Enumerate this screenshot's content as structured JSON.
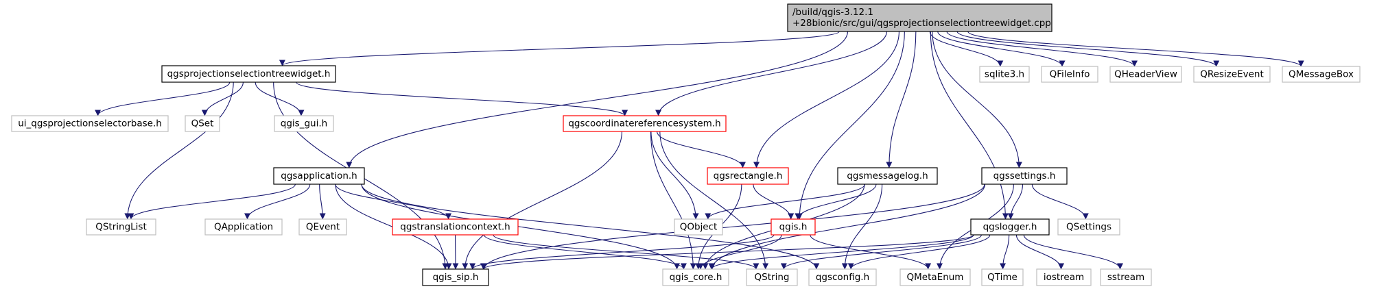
{
  "colors": {
    "edge": "#191970",
    "root_fill": "#bfbfbf",
    "root_border": "#000000",
    "normal_border": "#000000",
    "external_border": "#bfbfbf",
    "incomplete_border": "#ff0000",
    "external_text": "#000000"
  },
  "nodes": [
    {
      "id": "root",
      "lines": [
        "/build/qgis-3.12.1",
        "+28bionic/src/gui/qgsprojectionselectiontreewidget.cpp"
      ],
      "kind": "root"
    },
    {
      "id": "treewidget_h",
      "lines": [
        "qgsprojectionselectiontreewidget.h"
      ],
      "kind": "normal"
    },
    {
      "id": "sqlite3_h",
      "lines": [
        "sqlite3.h"
      ],
      "kind": "external"
    },
    {
      "id": "qfileinfo",
      "lines": [
        "QFileInfo"
      ],
      "kind": "external"
    },
    {
      "id": "qheaderview",
      "lines": [
        "QHeaderView"
      ],
      "kind": "external"
    },
    {
      "id": "qresizeevent",
      "lines": [
        "QResizeEvent"
      ],
      "kind": "external"
    },
    {
      "id": "qmessagebox",
      "lines": [
        "QMessageBox"
      ],
      "kind": "external"
    },
    {
      "id": "ui_base",
      "lines": [
        "ui_qgsprojectionselectorbase.h"
      ],
      "kind": "external"
    },
    {
      "id": "qset",
      "lines": [
        "QSet"
      ],
      "kind": "external"
    },
    {
      "id": "qgis_gui",
      "lines": [
        "qgis_gui.h"
      ],
      "kind": "external"
    },
    {
      "id": "crs_h",
      "lines": [
        "qgscoordinatereferencesystem.h"
      ],
      "kind": "incomplete"
    },
    {
      "id": "app_h",
      "lines": [
        "qgsapplication.h"
      ],
      "kind": "normal"
    },
    {
      "id": "rect_h",
      "lines": [
        "qgsrectangle.h"
      ],
      "kind": "incomplete"
    },
    {
      "id": "msglog_h",
      "lines": [
        "qgsmessagelog.h"
      ],
      "kind": "normal"
    },
    {
      "id": "settings_h",
      "lines": [
        "qgssettings.h"
      ],
      "kind": "normal"
    },
    {
      "id": "qstringlist",
      "lines": [
        "QStringList"
      ],
      "kind": "external"
    },
    {
      "id": "qapplication",
      "lines": [
        "QApplication"
      ],
      "kind": "external"
    },
    {
      "id": "qevent",
      "lines": [
        "QEvent"
      ],
      "kind": "external"
    },
    {
      "id": "transctx_h",
      "lines": [
        "qgstranslationcontext.h"
      ],
      "kind": "incomplete"
    },
    {
      "id": "qobject",
      "lines": [
        "QObject"
      ],
      "kind": "external"
    },
    {
      "id": "qgis_h",
      "lines": [
        "qgis.h"
      ],
      "kind": "incomplete"
    },
    {
      "id": "logger_h",
      "lines": [
        "qgslogger.h"
      ],
      "kind": "normal"
    },
    {
      "id": "qsettings",
      "lines": [
        "QSettings"
      ],
      "kind": "external"
    },
    {
      "id": "qgis_sip",
      "lines": [
        "qgis_sip.h"
      ],
      "kind": "normal"
    },
    {
      "id": "qgis_core",
      "lines": [
        "qgis_core.h"
      ],
      "kind": "external"
    },
    {
      "id": "qstring",
      "lines": [
        "QString"
      ],
      "kind": "external"
    },
    {
      "id": "qgsconfig",
      "lines": [
        "qgsconfig.h"
      ],
      "kind": "external"
    },
    {
      "id": "qmetaenum",
      "lines": [
        "QMetaEnum"
      ],
      "kind": "external"
    },
    {
      "id": "qtime",
      "lines": [
        "QTime"
      ],
      "kind": "external"
    },
    {
      "id": "iostream",
      "lines": [
        "iostream"
      ],
      "kind": "external"
    },
    {
      "id": "sstream",
      "lines": [
        "sstream"
      ],
      "kind": "external"
    }
  ],
  "edges": [
    [
      "root",
      "treewidget_h"
    ],
    [
      "root",
      "sqlite3_h"
    ],
    [
      "root",
      "qfileinfo"
    ],
    [
      "root",
      "qheaderview"
    ],
    [
      "root",
      "qresizeevent"
    ],
    [
      "root",
      "qmessagebox"
    ],
    [
      "root",
      "crs_h"
    ],
    [
      "root",
      "app_h"
    ],
    [
      "root",
      "rect_h"
    ],
    [
      "root",
      "qgis_h"
    ],
    [
      "root",
      "msglog_h"
    ],
    [
      "root",
      "logger_h"
    ],
    [
      "root",
      "settings_h"
    ],
    [
      "treewidget_h",
      "ui_base"
    ],
    [
      "treewidget_h",
      "qset"
    ],
    [
      "treewidget_h",
      "qgis_gui"
    ],
    [
      "treewidget_h",
      "crs_h"
    ],
    [
      "treewidget_h",
      "qstringlist"
    ],
    [
      "treewidget_h",
      "qgis_sip"
    ],
    [
      "crs_h",
      "rect_h"
    ],
    [
      "crs_h",
      "qobject"
    ],
    [
      "crs_h",
      "qgis_sip"
    ],
    [
      "crs_h",
      "qgis_core"
    ],
    [
      "crs_h",
      "qstring"
    ],
    [
      "app_h",
      "qstringlist"
    ],
    [
      "app_h",
      "qapplication"
    ],
    [
      "app_h",
      "qevent"
    ],
    [
      "app_h",
      "transctx_h"
    ],
    [
      "app_h",
      "qgis_sip"
    ],
    [
      "app_h",
      "qgis_core"
    ],
    [
      "app_h",
      "qgsconfig"
    ],
    [
      "transctx_h",
      "qgis_sip"
    ],
    [
      "transctx_h",
      "qgis_core"
    ],
    [
      "transctx_h",
      "qstring"
    ],
    [
      "rect_h",
      "qgis_h"
    ],
    [
      "rect_h",
      "qgis_core"
    ],
    [
      "qgis_h",
      "qgis_sip"
    ],
    [
      "qgis_h",
      "qgis_core"
    ],
    [
      "qgis_h",
      "qmetaenum"
    ],
    [
      "msglog_h",
      "qobject"
    ],
    [
      "msglog_h",
      "qgis_h"
    ],
    [
      "msglog_h",
      "qgis_core"
    ],
    [
      "msglog_h",
      "qgsconfig"
    ],
    [
      "settings_h",
      "qsettings"
    ],
    [
      "settings_h",
      "logger_h"
    ],
    [
      "settings_h",
      "qgis_sip"
    ],
    [
      "settings_h",
      "qgis_core"
    ],
    [
      "settings_h",
      "qmetaenum"
    ],
    [
      "logger_h",
      "qgis_sip"
    ],
    [
      "logger_h",
      "qgis_core"
    ],
    [
      "logger_h",
      "qstring"
    ],
    [
      "logger_h",
      "qgsconfig"
    ],
    [
      "logger_h",
      "qtime"
    ],
    [
      "logger_h",
      "iostream"
    ],
    [
      "logger_h",
      "sstream"
    ]
  ]
}
